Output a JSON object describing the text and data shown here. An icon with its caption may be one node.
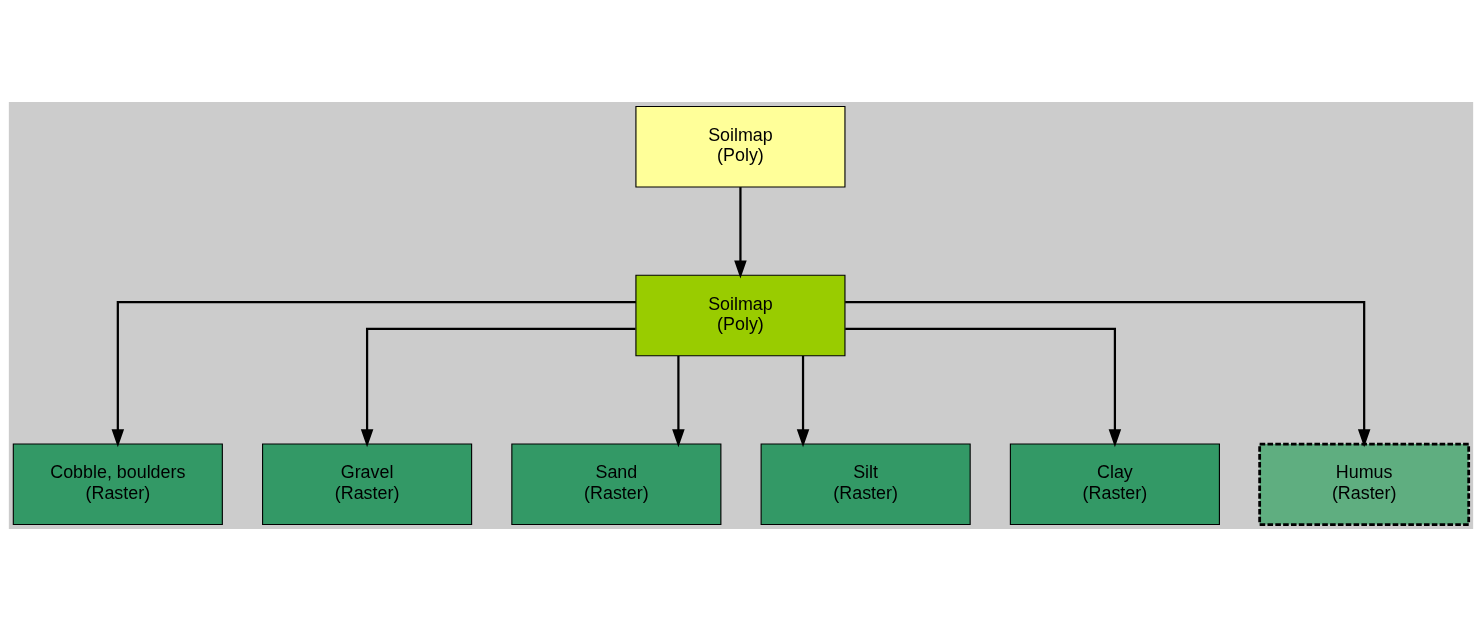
{
  "diagram": {
    "nodes": [
      {
        "text": [
          "Soilmap",
          "(Poly)"
        ]
      },
      {
        "text": [
          "Soilmap",
          "(Poly)"
        ]
      },
      {
        "text": [
          "Cobble, boulders",
          "(Raster)"
        ]
      },
      {
        "text": [
          "Gravel",
          "(Raster)"
        ]
      },
      {
        "text": [
          "Sand",
          "(Raster)"
        ]
      },
      {
        "text": [
          "Silt",
          "(Raster)"
        ]
      },
      {
        "text": [
          "Clay",
          "(Raster)"
        ]
      },
      {
        "text": [
          "Humus",
          "(Raster)"
        ]
      }
    ],
    "edges": [
      {
        "from": 0,
        "to": 1,
        "arrow": "to"
      },
      {
        "from": 1,
        "to": 2,
        "arrow": "to"
      },
      {
        "from": 1,
        "to": 3,
        "arrow": "to"
      },
      {
        "from": 1,
        "to": 4,
        "arrow": "to"
      },
      {
        "from": 1,
        "to": 5,
        "arrow": "to"
      },
      {
        "from": 1,
        "to": 6,
        "arrow": "to"
      },
      {
        "from": 1,
        "to": 7,
        "arrow": "to"
      }
    ]
  }
}
